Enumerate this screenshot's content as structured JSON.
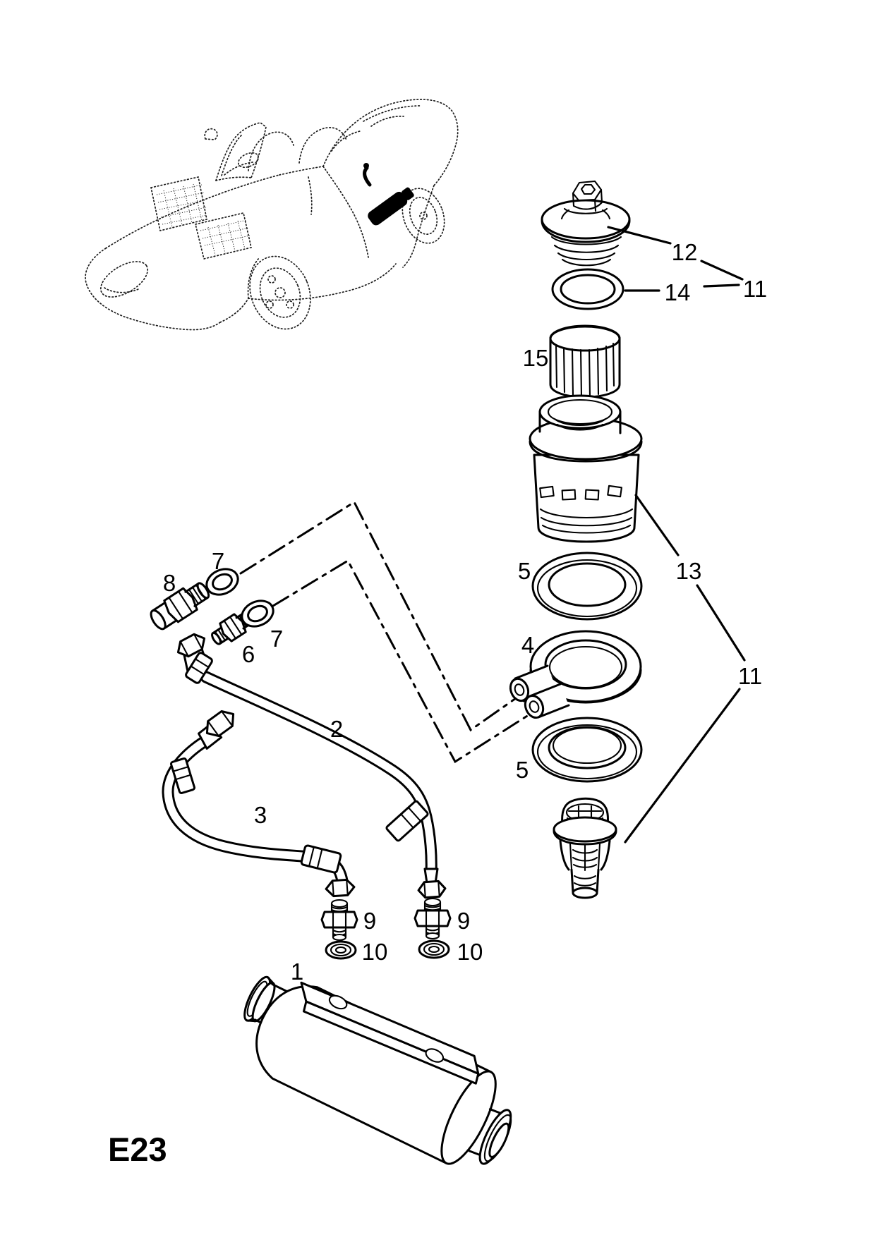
{
  "diagram": {
    "page_code": "E23",
    "colors": {
      "line": "#000000",
      "background": "#ffffff"
    },
    "callouts": {
      "c1": "1",
      "c2": "2",
      "c3": "3",
      "c4": "4",
      "c5_top": "5",
      "c5_bottom": "5",
      "c6": "6",
      "c7_left": "7",
      "c7_right": "7",
      "c8": "8",
      "c9_left": "9",
      "c9_right": "9",
      "c10_left": "10",
      "c10_right": "10",
      "c11_top": "11",
      "c11_bottom": "11",
      "c12": "12",
      "c13": "13",
      "c14": "14",
      "c15": "15"
    }
  }
}
